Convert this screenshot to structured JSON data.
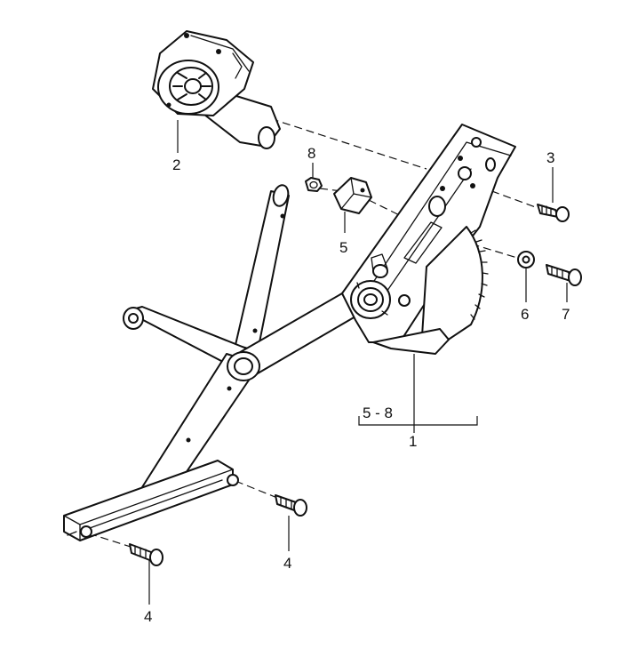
{
  "callouts": {
    "c1": "1",
    "c2": "2",
    "c3": "3",
    "c4a": "4",
    "c4b": "4",
    "c5": "5",
    "c6": "6",
    "c7": "7",
    "c8": "8",
    "group": "5 - 8"
  },
  "colors": {
    "ink": "#111111",
    "paper": "#ffffff"
  }
}
